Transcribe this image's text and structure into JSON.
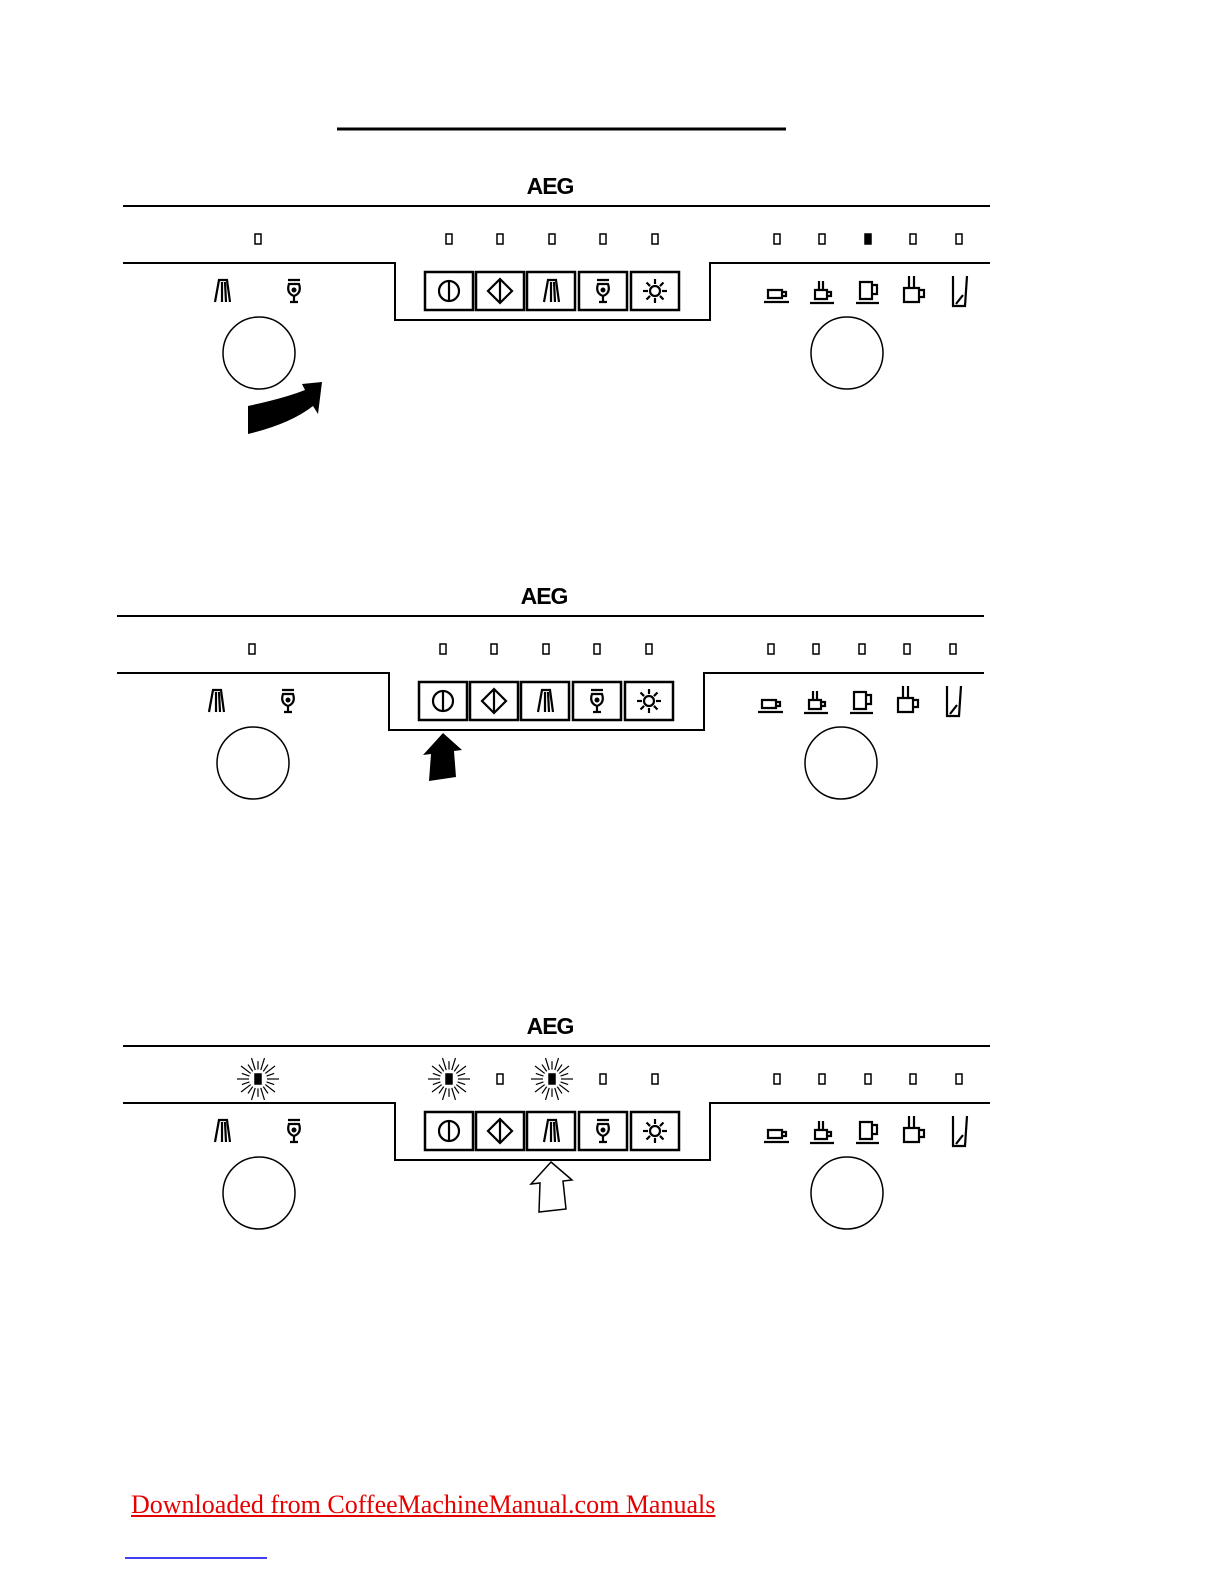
{
  "panels": [
    {
      "brand": "AEG",
      "left_leds": [
        "off"
      ],
      "center_leds": [
        "off",
        "off",
        "off",
        "off",
        "off"
      ],
      "right_leds": [
        "off",
        "off",
        "on",
        "off",
        "off"
      ],
      "indicator": "rotate-left-knob-arrow"
    },
    {
      "brand": "AEG",
      "left_leds": [
        "off"
      ],
      "center_leds": [
        "off",
        "off",
        "off",
        "off",
        "off"
      ],
      "right_leds": [
        "off",
        "off",
        "off",
        "off",
        "off"
      ],
      "indicator": "press-power-button-arrow"
    },
    {
      "brand": "AEG",
      "left_leds": [
        "flashing"
      ],
      "center_leds": [
        "flashing",
        "off",
        "flashing",
        "off",
        "off"
      ],
      "right_leds": [
        "off",
        "off",
        "off",
        "off",
        "off"
      ],
      "indicator": "press-steam-button-arrow"
    }
  ],
  "left_icons": [
    "steam-icon",
    "hot-water-icon"
  ],
  "center_buttons": [
    "power-icon",
    "rinse-icon",
    "steam-icon",
    "hot-water-icon",
    "light-icon"
  ],
  "right_icons": [
    "espresso-cup-icon",
    "small-cup-icon",
    "cup-icon",
    "large-cup-icon",
    "glass-icon"
  ],
  "footer": {
    "link_text": "Downloaded from CoffeeMachineManual.com Manuals",
    "link_color": "#e60000",
    "underline_color": "#0000ee"
  }
}
